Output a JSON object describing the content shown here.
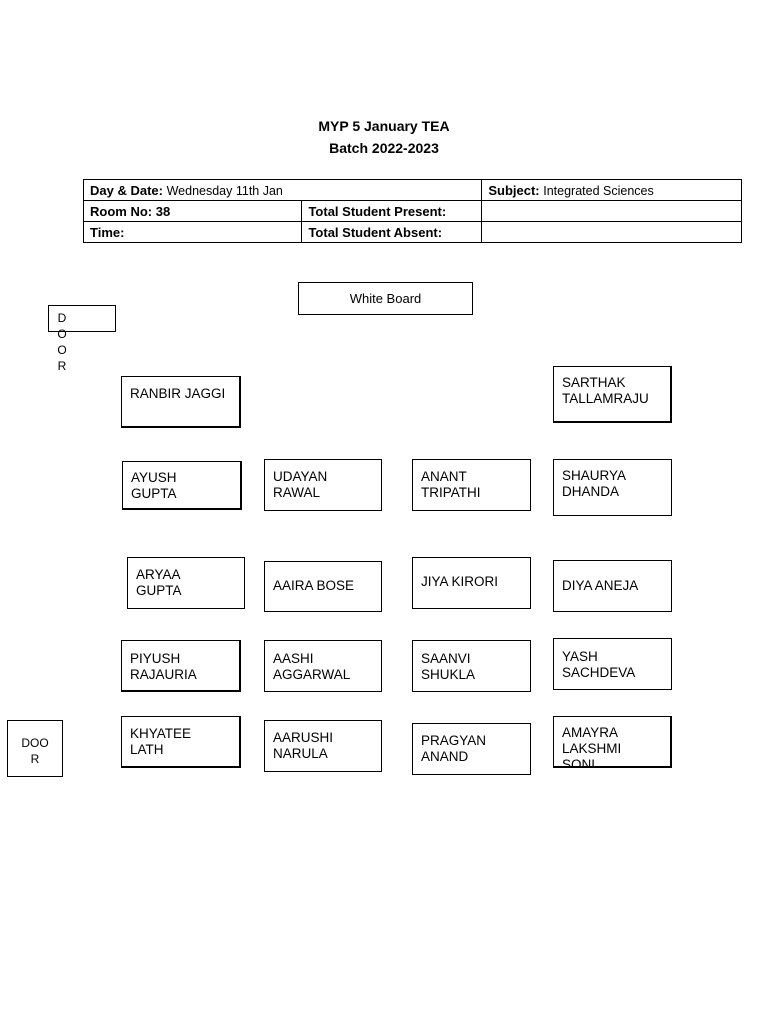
{
  "header": {
    "title": "MYP 5 January TEA",
    "batch": "Batch 2022-2023"
  },
  "info_table": {
    "day_date_label": "Day & Date:",
    "day_date_value": "Wednesday 11th Jan",
    "subject_label": "Subject:",
    "subject_value": "Integrated Sciences",
    "room_label": "Room No: 38",
    "present_label": "Total Student Present:",
    "present_value": "",
    "time_label": "Time:",
    "absent_label": "Total Student Absent:",
    "absent_value": ""
  },
  "room": {
    "whiteboard": "White Board",
    "door_top": "DOOR",
    "door_bottom": "DOOR"
  },
  "seats": {
    "r0c0": "RANBIR JAGGI",
    "r0c3": "SARTHAK TALLAMRAJU",
    "r1c0": "AYUSH GUPTA",
    "r1c1": "UDAYAN RAWAL",
    "r1c2": "ANANT TRIPATHI",
    "r1c3": "SHAURYA DHANDA",
    "r2c0": "ARYAA GUPTA",
    "r2c1": "AAIRA BOSE",
    "r2c2": "JIYA KIRORI",
    "r2c3": "DIYA ANEJA",
    "r3c0": "PIYUSH RAJAURIA",
    "r3c1": "AASHI AGGARWAL",
    "r3c2": "SAANVI SHUKLA",
    "r3c3": "YASH SACHDEVA",
    "r4c0": "KHYATEE LATH",
    "r4c1": "AARUSHI NARULA",
    "r4c2": "PRAGYAN ANAND",
    "r4c3": "AMAYRA LAKSHMI SONI"
  }
}
